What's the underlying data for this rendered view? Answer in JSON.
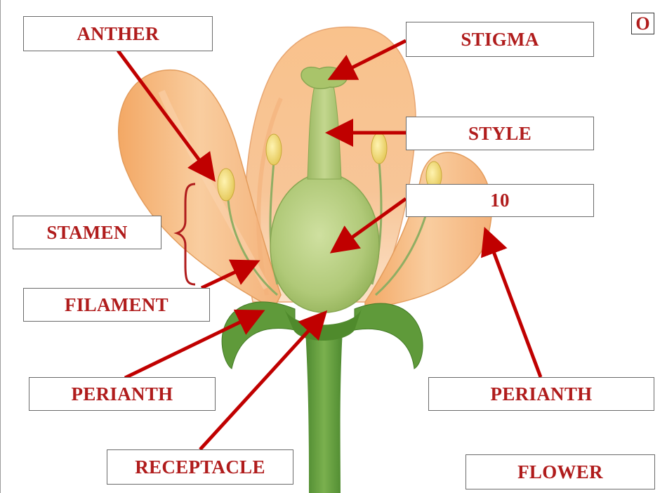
{
  "labels": {
    "anther": "ANTHER",
    "stigma": "STIGMA",
    "style": "STYLE",
    "ovary": "10",
    "stamen": "STAMEN",
    "filament": "FILAMENT",
    "perianth_left": "PERIANTH",
    "perianth_right": "PERIANTH",
    "receptacle": "RECEPTACLE",
    "flower": "FLOWER"
  },
  "corner_badge": "O",
  "colors": {
    "label_text": "#b01c1c",
    "arrow": "#c00000",
    "petal": "#f6b77c",
    "pistil": "#a9c46a",
    "stem": "#5f9a3a",
    "anther": "#f0dc6a"
  }
}
